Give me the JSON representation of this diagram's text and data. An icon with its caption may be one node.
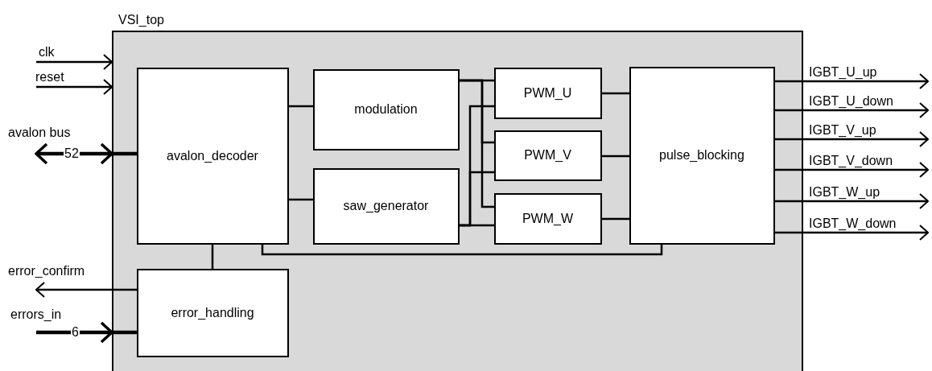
{
  "diagram": {
    "nodes": [
      {
        "text": [
          "VSI_top"
        ]
      },
      {
        "text": [
          "avalon_decoder"
        ],
        "in": 0
      },
      {
        "text": [
          "modulation"
        ],
        "in": 0
      },
      {
        "text": [
          "saw_generator"
        ],
        "in": 0
      },
      {
        "text": [
          "PWM_U"
        ],
        "in": 0
      },
      {
        "text": [
          "PWM_V"
        ],
        "in": 0
      },
      {
        "text": [
          "PWM_W"
        ],
        "in": 0
      },
      {
        "text": [
          "pulse_blocking"
        ],
        "in": 0
      },
      {
        "text": [
          "error_handling"
        ],
        "in": 0
      }
    ],
    "edges": [
      {
        "from": null,
        "to": 0,
        "arrow": "to",
        "label": "clk"
      },
      {
        "from": null,
        "to": 0,
        "arrow": "to",
        "label": "reset"
      },
      {
        "from": null,
        "to": 0,
        "arrow": "both",
        "label": "avalon bus",
        "style": "thick"
      },
      {
        "from": 8,
        "to": null,
        "arrow": "to",
        "label": "error_confirm"
      },
      {
        "from": null,
        "to": 0,
        "arrow": "to",
        "label": "errors_in",
        "style": "thick"
      },
      {
        "from": 1,
        "to": 2,
        "arrow": "none"
      },
      {
        "from": 1,
        "to": 3,
        "arrow": "none"
      },
      {
        "from": 2,
        "to": 4,
        "arrow": "none"
      },
      {
        "from": 2,
        "to": 5,
        "arrow": "none"
      },
      {
        "from": 2,
        "to": 6,
        "arrow": "none"
      },
      {
        "from": 3,
        "to": 4,
        "arrow": "none"
      },
      {
        "from": 3,
        "to": 5,
        "arrow": "none"
      },
      {
        "from": 3,
        "to": 6,
        "arrow": "none"
      },
      {
        "from": 4,
        "to": 7,
        "arrow": "none"
      },
      {
        "from": 5,
        "to": 7,
        "arrow": "none"
      },
      {
        "from": 6,
        "to": 7,
        "arrow": "none"
      },
      {
        "from": 1,
        "to": 8,
        "arrow": "none"
      },
      {
        "from": 1,
        "to": 7,
        "arrow": "none"
      },
      {
        "from": 7,
        "to": null,
        "arrow": "to",
        "label": "IGBT_U_up"
      },
      {
        "from": 7,
        "to": null,
        "arrow": "to",
        "label": "IGBT_U_down"
      },
      {
        "from": 7,
        "to": null,
        "arrow": "to",
        "label": "IGBT_V_up"
      },
      {
        "from": 7,
        "to": null,
        "arrow": "to",
        "label": "IGBT_V_down"
      },
      {
        "from": 7,
        "to": null,
        "arrow": "to",
        "label": "IGBT_W_up"
      },
      {
        "from": 7,
        "to": null,
        "arrow": "to",
        "label": "IGBT_W_down"
      },
      {
        "from": 0,
        "to": 1,
        "arrow": "none",
        "style": "thick"
      },
      {
        "from": 0,
        "to": 8,
        "arrow": "none",
        "style": "thick"
      }
    ],
    "labels": [
      "52",
      "6"
    ]
  }
}
